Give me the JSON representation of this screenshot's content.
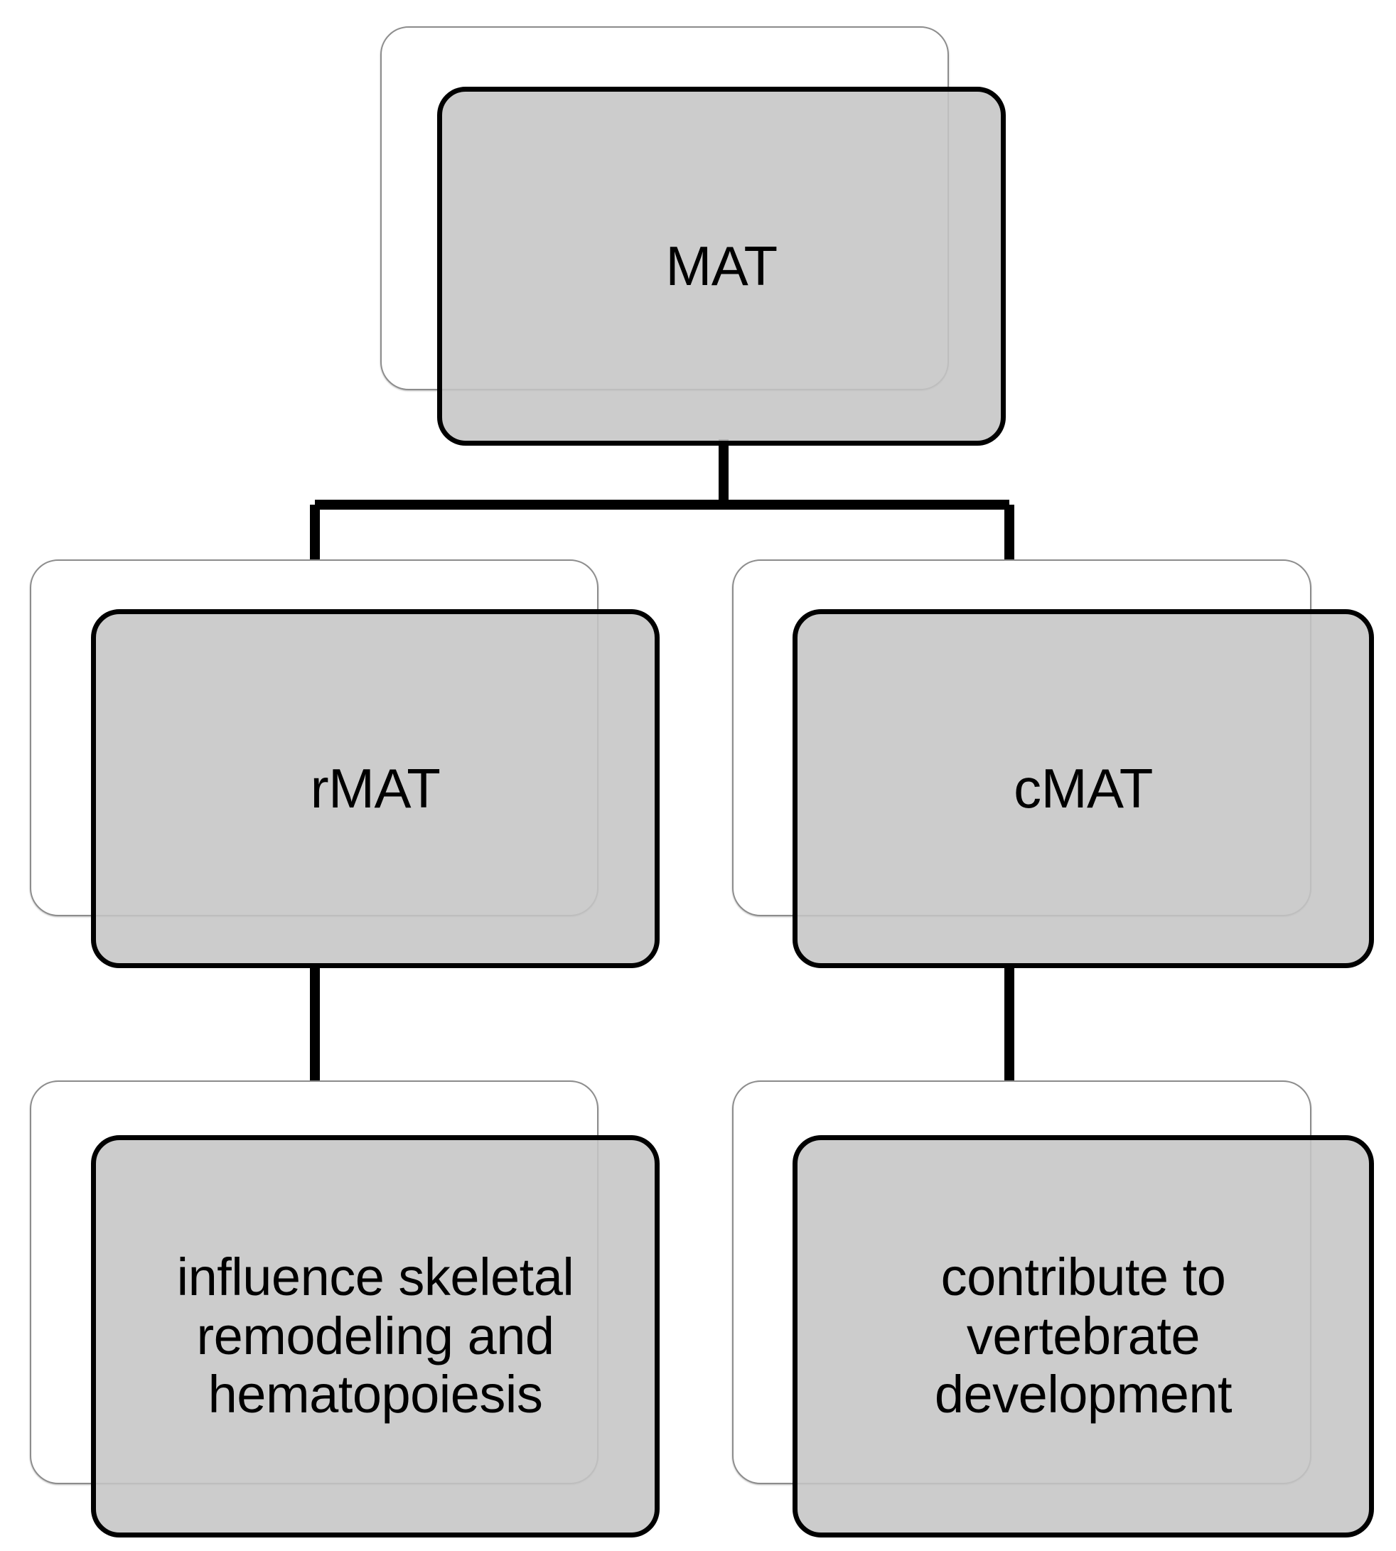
{
  "diagram": {
    "type": "hierarchy-flowchart",
    "orientation": "top-down",
    "background_color": "#ffffff",
    "node_fill_color": "#c5c5c5",
    "node_border_color": "#000000",
    "shadow_card_fill_color": "#ffffff",
    "shadow_card_border_color": "#8c8c8c",
    "connector_color": "#000000",
    "levels": 3,
    "nodes": [
      {
        "id": "mat",
        "label": "MAT",
        "level": 1,
        "parent": null
      },
      {
        "id": "rmat",
        "label": "rMAT",
        "level": 2,
        "parent": "mat"
      },
      {
        "id": "cmat",
        "label": "cMAT",
        "level": 2,
        "parent": "mat"
      },
      {
        "id": "rmat-desc",
        "label": "influence skeletal\nremodeling and\nhematopoiesis",
        "level": 3,
        "parent": "rmat"
      },
      {
        "id": "cmat-desc",
        "label": "contribute to\nvertebrate\ndevelopment",
        "level": 3,
        "parent": "cmat"
      }
    ],
    "edges": [
      {
        "from": "mat",
        "to": "rmat"
      },
      {
        "from": "mat",
        "to": "cmat"
      },
      {
        "from": "rmat",
        "to": "rmat-desc"
      },
      {
        "from": "cmat",
        "to": "cmat-desc"
      }
    ]
  }
}
